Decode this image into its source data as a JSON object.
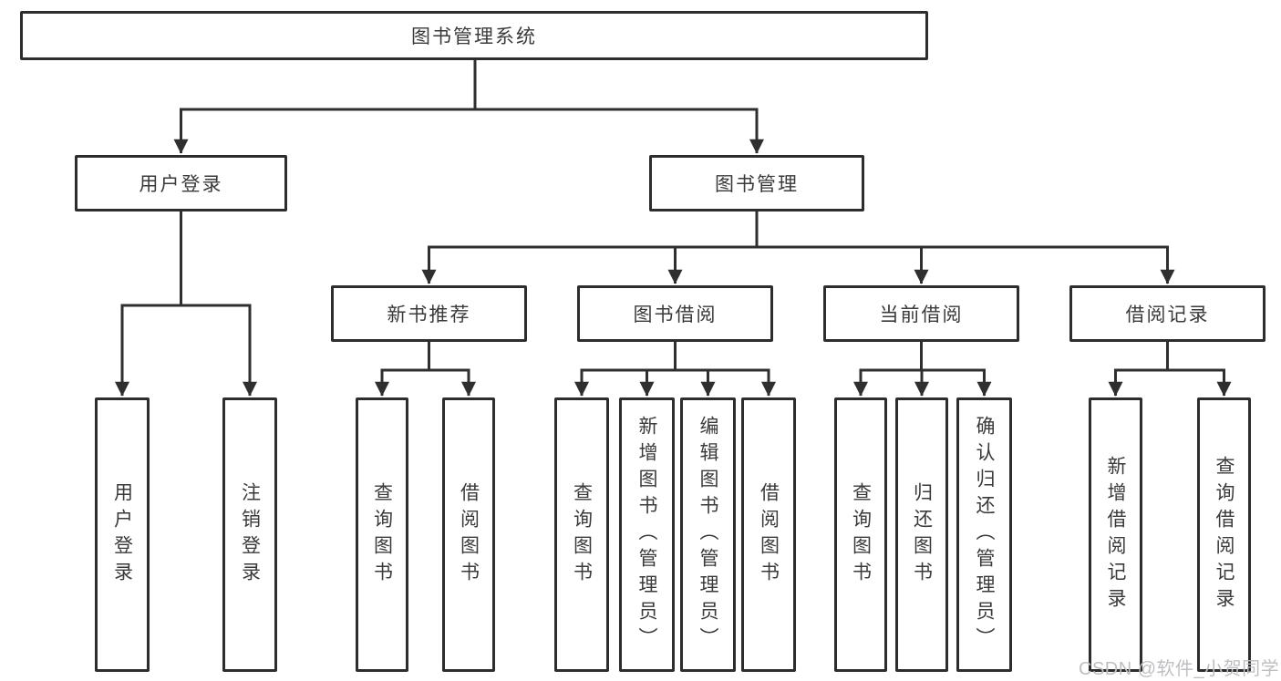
{
  "tree": {
    "label": "图书管理系统",
    "children": [
      {
        "label": "用户登录",
        "children": [
          {
            "label": "用户登录"
          },
          {
            "label": "注销登录"
          }
        ]
      },
      {
        "label": "图书管理",
        "children": [
          {
            "label": "新书推荐",
            "children": [
              {
                "label": "查询图书"
              },
              {
                "label": "借阅图书"
              }
            ]
          },
          {
            "label": "图书借阅",
            "children": [
              {
                "label": "查询图书"
              },
              {
                "label": "新增图书（管理员）"
              },
              {
                "label": "编辑图书（管理员）"
              },
              {
                "label": "借阅图书"
              }
            ]
          },
          {
            "label": "当前借阅",
            "children": [
              {
                "label": "查询图书"
              },
              {
                "label": "归还图书"
              },
              {
                "label": "确认归还（管理员）"
              }
            ]
          },
          {
            "label": "借阅记录",
            "children": [
              {
                "label": "新增借阅记录"
              },
              {
                "label": "查询借阅记录"
              }
            ]
          }
        ]
      }
    ]
  },
  "watermark": {
    "text": "CSDN @软件_小贺同学"
  },
  "colors": {
    "background": "#ffffff",
    "box_border": "#2d2d2d",
    "connector_line": "#2f2f2f",
    "text": "#3a3a3a",
    "watermark_text": "#bfbfc3"
  }
}
